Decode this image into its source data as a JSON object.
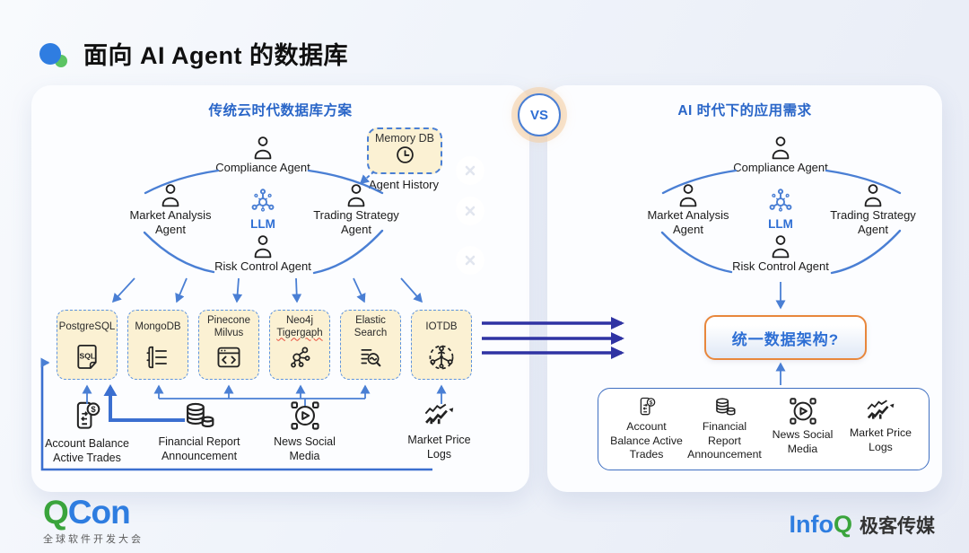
{
  "slide": {
    "title": "面向 AI Agent 的数据库"
  },
  "vs": {
    "label": "VS"
  },
  "left_panel": {
    "title": "传统云时代数据库方案",
    "agents": {
      "top": "Compliance Agent",
      "left": "Market Analysis Agent",
      "center": "LLM",
      "right": "Trading Strategy Agent",
      "bottom": "Risk Control Agent"
    },
    "memory_db": {
      "title": "Memory DB",
      "icon": "clock-icon",
      "caption": "Agent History"
    },
    "databases": [
      {
        "name": "PostgreSQL",
        "lines": [
          "PostgreSQL"
        ],
        "icon": "sql-document-icon"
      },
      {
        "name": "MongoDB",
        "lines": [
          "MongoDB"
        ],
        "icon": "document-list-icon"
      },
      {
        "name": "Pinecone Milvus",
        "lines": [
          "Pinecone",
          "Milvus"
        ],
        "icon": "code-window-icon"
      },
      {
        "name": "Neo4j Tigergaph",
        "lines": [
          "Neo4j",
          "Tigergaph"
        ],
        "icon": "graph-network-icon"
      },
      {
        "name": "Elastic Search",
        "lines": [
          "Elastic",
          "Search"
        ],
        "icon": "document-search-icon"
      },
      {
        "name": "IOTDB",
        "lines": [
          "IOTDB"
        ],
        "icon": "iot-network-icon"
      }
    ],
    "data_sources": [
      {
        "label": "Account Balance Active Trades",
        "icon": "mobile-dollar-icon"
      },
      {
        "label": "Financial Report Announcement",
        "icon": "coin-stack-icon"
      },
      {
        "label": "News Social Media",
        "icon": "social-media-icon"
      },
      {
        "label": "Market Price Logs",
        "icon": "price-chart-icon"
      }
    ]
  },
  "right_panel": {
    "title": "AI 时代下的应用需求",
    "agents": {
      "top": "Compliance Agent",
      "left": "Market Analysis Agent",
      "center": "LLM",
      "right": "Trading Strategy Agent",
      "bottom": "Risk Control Agent"
    },
    "unified_box": {
      "label": "统一数据架构?"
    },
    "data_sources": [
      {
        "label": "Account Balance Active Trades",
        "icon": "mobile-dollar-icon"
      },
      {
        "label": "Financial Report Announcement",
        "icon": "coin-stack-icon"
      },
      {
        "label": "News Social Media",
        "icon": "social-media-icon"
      },
      {
        "label": "Market Price Logs",
        "icon": "price-chart-icon"
      }
    ]
  },
  "footer": {
    "qcon_logo": {
      "q": "Q",
      "con": "Con",
      "subtitle": "全球软件开发大会"
    },
    "infoq_logo": {
      "info": "Info",
      "q": "Q",
      "brand": "极客传媒"
    }
  },
  "colors": {
    "accent_blue": "#2e6fd4",
    "arrow_blue": "#4a7fd4",
    "navy_arrow": "#2f33a3",
    "box_cream": "#fbf1d3",
    "box_border_blue": "#5d93dd",
    "orange_border": "#e8873c",
    "qcon_green": "#3aa43c",
    "qcon_blue": "#2e7de0"
  }
}
